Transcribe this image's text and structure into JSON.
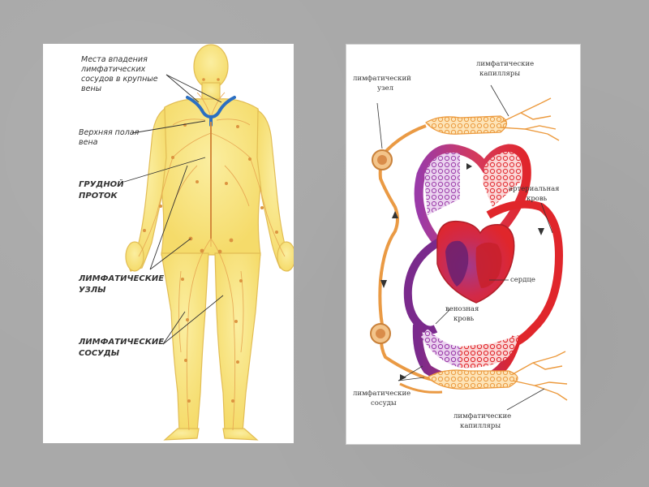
{
  "left_diagram": {
    "label_veins_merge": [
      "Места впадения",
      "лимфатических",
      "сосудов в крупные",
      "вены"
    ],
    "label_vena_cava": [
      "Верхняя полая",
      "вена"
    ],
    "label_thoracic_duct": [
      "ГРУДНОЙ",
      "ПРОТОК"
    ],
    "label_lymph_nodes": [
      "ЛИМФАТИЧЕСКИЕ",
      "УЗЛЫ"
    ],
    "label_lymph_vessels": [
      "ЛИМФАТИЧЕСКИЕ",
      "СОСУДЫ"
    ]
  },
  "right_diagram": {
    "label_lymph_node": [
      "лимфатический",
      "узел"
    ],
    "label_lymph_capillaries_top": [
      "лимфатические",
      "капилляры"
    ],
    "label_arterial_blood": [
      "артериальная",
      "кровь"
    ],
    "label_heart": [
      "сердце"
    ],
    "label_venous_blood": [
      "венозная",
      "кровь"
    ],
    "label_lymph_vessels": [
      "лимфатические",
      "сосуды"
    ],
    "label_lymph_capillaries_bottom": [
      "лимфатические",
      "капилляры"
    ]
  },
  "colors": {
    "body_fill": "#f7e27a",
    "body_outline": "#e0b84a",
    "lymph_vessel": "#e8a75a",
    "vein_blue": "#2b6fc2",
    "arterial_red": "#e0262b",
    "venous_purple": "#7a2a8c",
    "lymph_orange": "#f0a850"
  }
}
